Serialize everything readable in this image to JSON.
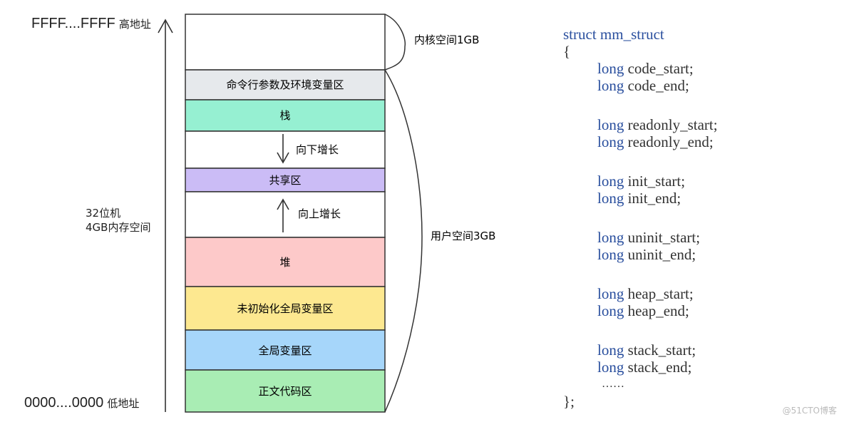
{
  "address_labels": {
    "high": {
      "value": "FFFF....FFFF",
      "label": "高地址"
    },
    "low": {
      "value": "0000....0000",
      "label": "低地址"
    }
  },
  "side_label": {
    "line1": "32位机",
    "line2": "4GB内存空间"
  },
  "kernel_space_label": "内核空间1GB",
  "user_space_label": "用户空间3GB",
  "segments": [
    {
      "id": "kernel",
      "label": "",
      "color": "#ffffff"
    },
    {
      "id": "cmdline-env",
      "label": "命令行参数及环境变量区",
      "color": "#e6e9ec"
    },
    {
      "id": "stack",
      "label": "栈",
      "color": "#96f0d2"
    },
    {
      "id": "stack-growth",
      "label": "向下增长",
      "color": "#ffffff"
    },
    {
      "id": "shared",
      "label": "共享区",
      "color": "#cbbcf6"
    },
    {
      "id": "heap-growth",
      "label": "向上增长",
      "color": "#ffffff"
    },
    {
      "id": "heap",
      "label": "堆",
      "color": "#fdc9c9"
    },
    {
      "id": "bss",
      "label": "未初始化全局变量区",
      "color": "#fde890"
    },
    {
      "id": "data",
      "label": "全局变量区",
      "color": "#a6d6fa"
    },
    {
      "id": "text",
      "label": "正文代码区",
      "color": "#a9edb4"
    }
  ],
  "code": {
    "keyword_struct": "struct",
    "struct_name": "mm_struct",
    "open_brace": "{",
    "close_brace": "};",
    "keyword_long": "long",
    "fields": [
      [
        "code_start;",
        "code_end;"
      ],
      [
        "readonly_start;",
        "readonly_end;"
      ],
      [
        "init_start;",
        "init_end;"
      ],
      [
        "uninit_start;",
        "uninit_end;"
      ],
      [
        "heap_start;",
        "heap_end;"
      ],
      [
        "stack_start;",
        "stack_end;"
      ]
    ],
    "ellipsis": "……"
  },
  "watermark": "@51CTO博客",
  "colors": {
    "keyword": "#2a4f9e",
    "border": "#333333"
  }
}
